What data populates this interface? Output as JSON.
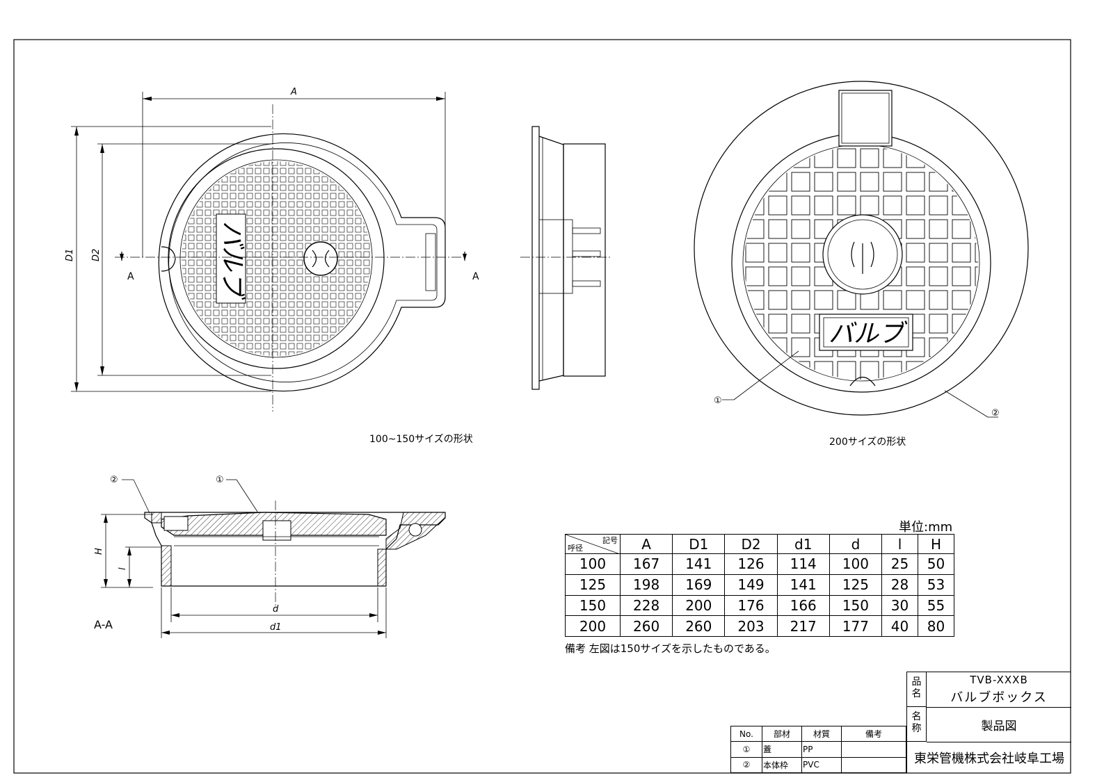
{
  "drawing": {
    "dims_top": {
      "A": "A",
      "D1": "D1",
      "D2": "D2",
      "section_mark": "A"
    },
    "caption_left": "100~150サイズの形状",
    "caption_right": "200サイズの形状",
    "lid_text": "バルブ",
    "part_marks": [
      "①",
      "②"
    ],
    "section": {
      "label": "A-A",
      "H": "H",
      "l": "l",
      "d": "d",
      "d1": "d1"
    }
  },
  "unit_label": "単位:mm",
  "spec_table": {
    "corner_top": "記号",
    "corner_bottom": "呼径",
    "columns": [
      "A",
      "D1",
      "D2",
      "d1",
      "d",
      "l",
      "H"
    ],
    "rows": [
      [
        "100",
        "167",
        "141",
        "126",
        "114",
        "100",
        "25",
        "50"
      ],
      [
        "125",
        "198",
        "169",
        "149",
        "141",
        "125",
        "28",
        "53"
      ],
      [
        "150",
        "228",
        "200",
        "176",
        "166",
        "150",
        "30",
        "55"
      ],
      [
        "200",
        "260",
        "260",
        "203",
        "217",
        "177",
        "40",
        "80"
      ]
    ]
  },
  "note": "備考 左図は150サイズを示したものである。",
  "parts_table": {
    "headers": [
      "No.",
      "部材",
      "材質",
      "備考"
    ],
    "rows": [
      [
        "①",
        "蓋",
        "PP",
        ""
      ],
      [
        "②",
        "本体枠",
        "PVC",
        ""
      ]
    ]
  },
  "title_block": {
    "hinmei_label": "品名",
    "model": "TVB-XXXB",
    "product": "バルブボックス",
    "meisho_label": "名称",
    "drawing_type": "製品図",
    "company": "東栄管機株式会社岐阜工場"
  }
}
